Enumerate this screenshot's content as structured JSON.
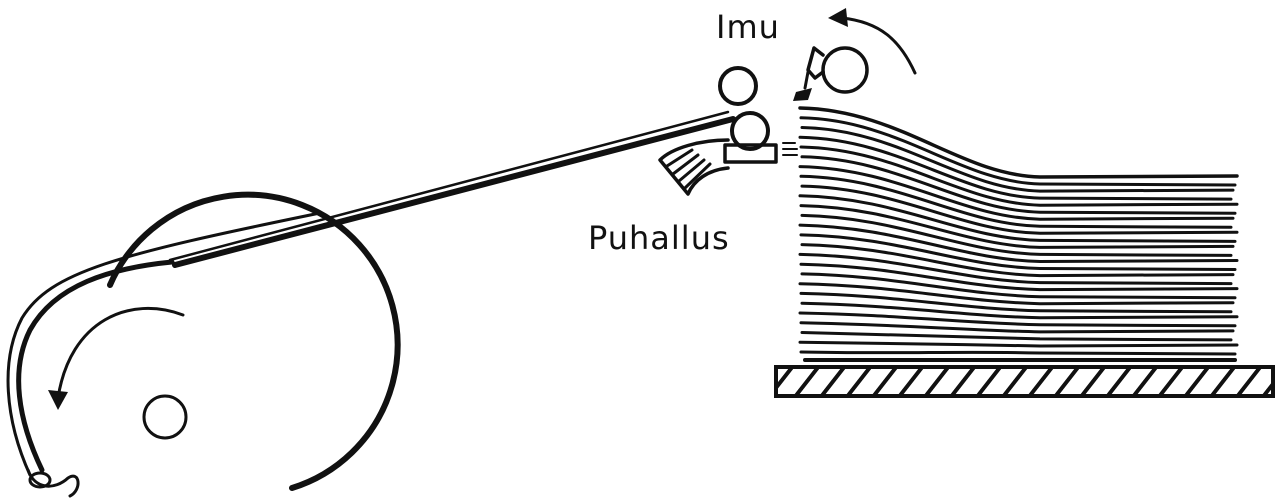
{
  "labels": {
    "suction": "Imu",
    "blower": "Puhallus"
  },
  "colors": {
    "ink": "#111111",
    "background": "#ffffff"
  },
  "diagram": {
    "components": [
      "feed-drum",
      "drum-hub",
      "paper-web",
      "upper-roller",
      "lower-roller",
      "blower-nozzle",
      "suction-head",
      "paper-stack",
      "stack-platform"
    ],
    "arrows": [
      "drum-rotation-arrow",
      "suction-direction-arrow"
    ]
  }
}
